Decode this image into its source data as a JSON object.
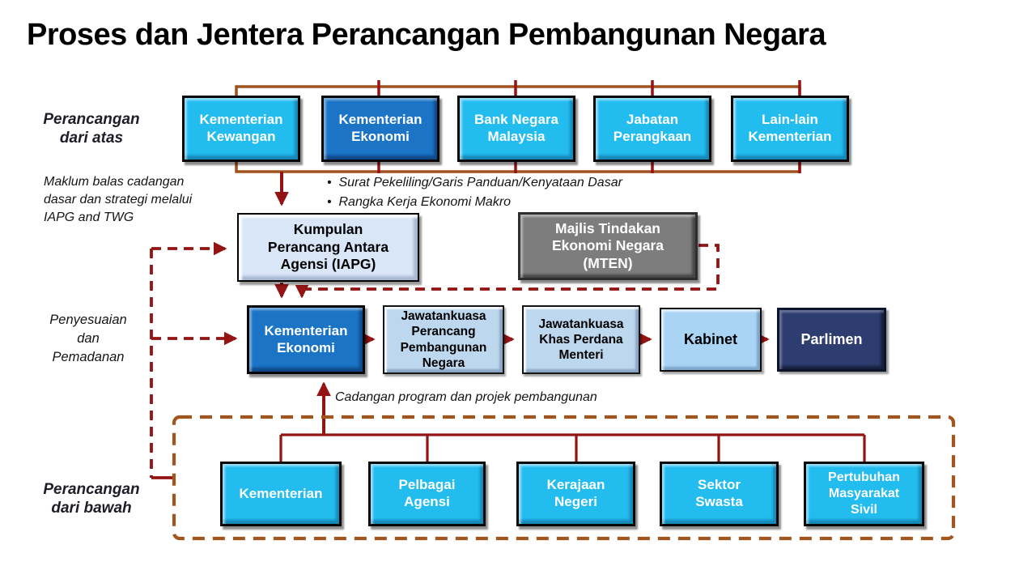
{
  "title": "Proses dan Jentera Perancangan Pembangunan Negara",
  "labels": {
    "top_down": "Perancangan dari atas",
    "feedback": "Maklum balas cadangan dasar dan strategi melalui IAPG and TWG",
    "adjust": "Penyesuaian dan Pemadanan",
    "bottom_up": "Perancangan dari bawah",
    "proposal_note": "Cadangan program dan projek pembangunan"
  },
  "policy_outputs": [
    "Surat Pekeliling/Garis Panduan/Kenyataan Dasar",
    "Rangka Kerja Ekonomi Makro"
  ],
  "top_row": [
    {
      "label": "Kementerian Kewangan"
    },
    {
      "label": "Kementerian Ekonomi"
    },
    {
      "label": "Bank Negara Malaysia"
    },
    {
      "label": "Jabatan Perangkaan"
    },
    {
      "label": "Lain-lain Kementerian"
    }
  ],
  "iapg": {
    "label": "Kumpulan Perancang Antara Agensi (IAPG)"
  },
  "mten": {
    "label": "Majlis Tindakan Ekonomi Negara (MTEN)"
  },
  "mid_row": [
    {
      "label": "Kementerian Ekonomi"
    },
    {
      "label": "Jawatankuasa Perancang Pembangunan Negara"
    },
    {
      "label": "Jawatankuasa Khas Perdana Menteri"
    },
    {
      "label": "Kabinet"
    },
    {
      "label": "Parlimen"
    }
  ],
  "bottom_row": [
    {
      "label": "Kementerian"
    },
    {
      "label": "Pelbagai Agensi"
    },
    {
      "label": "Kerajaan Negeri"
    },
    {
      "label": "Sektor Swasta"
    },
    {
      "label": "Pertubuhan Masyarakat Sivil"
    }
  ],
  "colors": {
    "cyan": "#22BCEF",
    "blue": "#1B74C5",
    "light_blue": "#BDD7EE",
    "pale_blue": "#D9E6F7",
    "kabinet_blue": "#A9D4F3",
    "navy": "#2D3D70",
    "gray": "#7D7D7D",
    "maroon": "#941414",
    "brown": "#A0521E"
  }
}
